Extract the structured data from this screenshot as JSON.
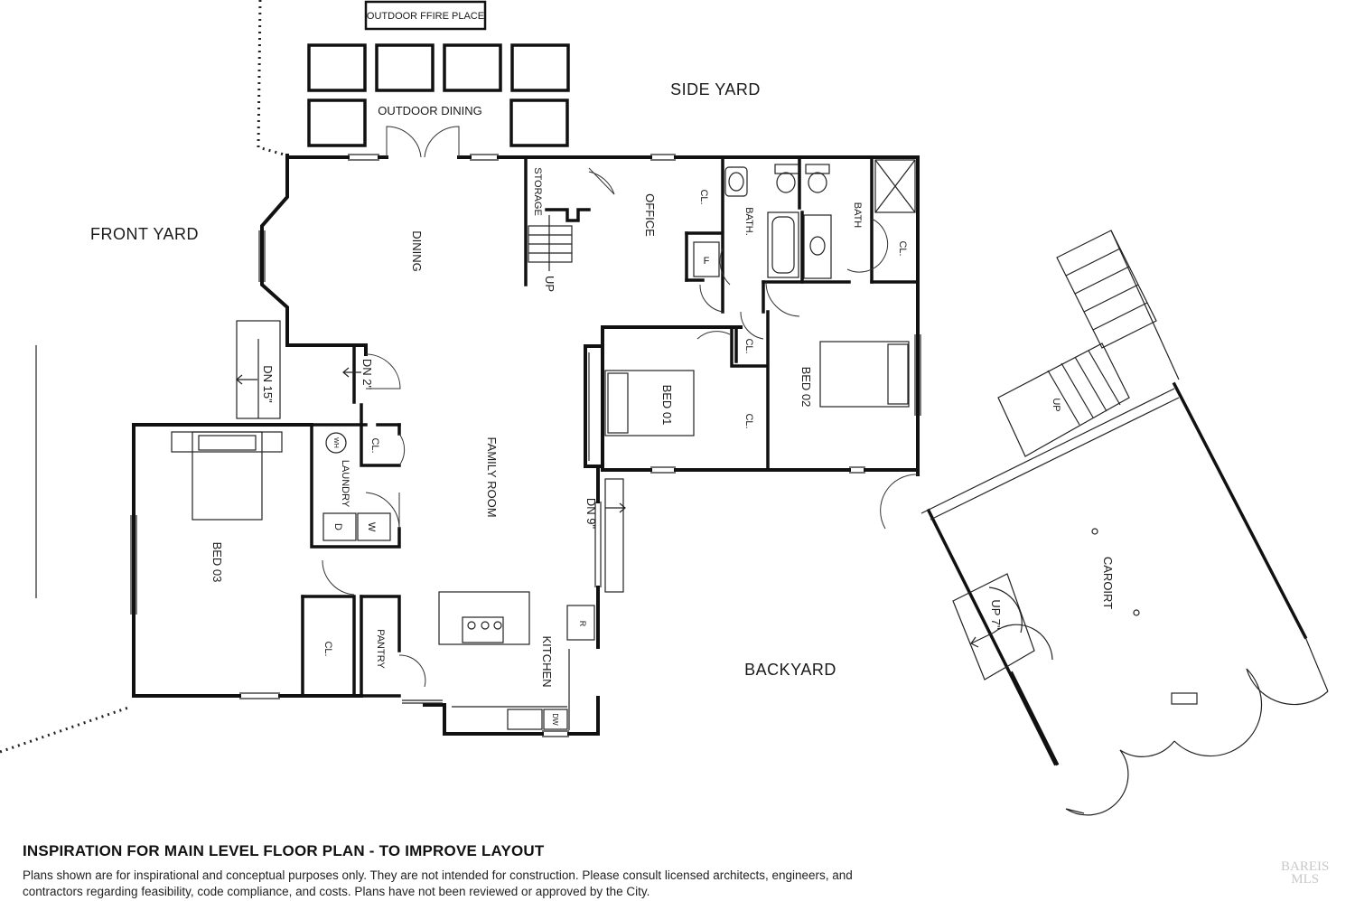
{
  "labels": {
    "outdoor_fireplace": "OUTDOOR FFIRE PLACE",
    "outdoor_dining": "OUTDOOR DINING",
    "side_yard": "SIDE YARD",
    "front_yard": "FRONT YARD",
    "backyard": "BACKYARD",
    "dining": "DINING",
    "storage": "STORAGE",
    "up_stairs": "UP",
    "office": "OFFICE",
    "office_closet": "CL.",
    "bath1": "BATH.",
    "bath2": "BATH",
    "bath_closet": "CL.",
    "f": "F",
    "bed01": "BED 01",
    "bed01_cl_a": "CL.",
    "bed01_cl_b": "CL.",
    "bed02": "BED 02",
    "bed03": "BED 03",
    "bed03_closet": "CL.",
    "laundry": "LAUNDRY",
    "laundry_closet": "CL.",
    "water_heater": "WH",
    "dryer": "D",
    "washer": "W",
    "family_room": "FAMILY ROOM",
    "kitchen": "KITCHEN",
    "pantry": "PANTRY",
    "fridge": "R",
    "dishwasher": "DW",
    "dn15": "DN 15\"",
    "dn2": "DN 2\"",
    "dn9": "DN 9\"",
    "up7": "UP 7\"",
    "carport": "CAROIRT",
    "stair_up": "UP"
  },
  "caption": {
    "title": "INSPIRATION FOR MAIN LEVEL FLOOR PLAN -  TO IMPROVE LAYOUT",
    "disclaimer": "Plans shown are for inspirational and conceptual purposes only. They are not intended for construction. Please consult licensed architects, engineers, and contractors regarding feasibility, code compliance, and costs. Plans have not been reviewed or approved by the City."
  },
  "watermark": {
    "line1": "BAREIS",
    "line2": "MLS"
  }
}
